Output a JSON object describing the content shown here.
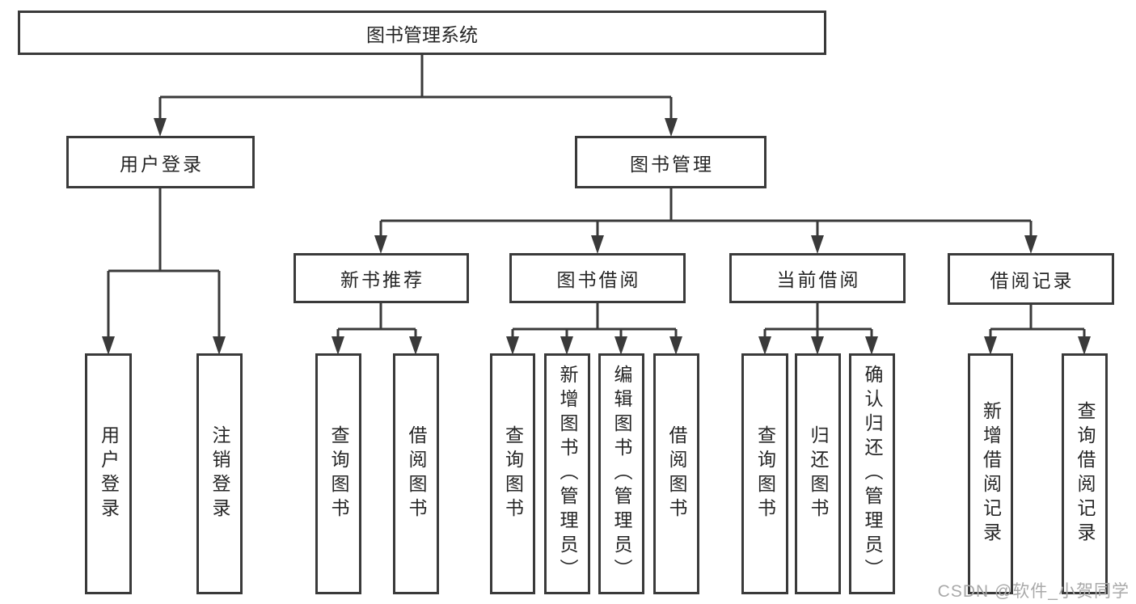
{
  "tree": {
    "root": "图书管理系统",
    "level2": [
      {
        "label": "用户登录",
        "children": [
          "用户登录",
          "注销登录"
        ]
      },
      {
        "label": "图书管理"
      }
    ],
    "level3": [
      {
        "label": "新书推荐",
        "children": [
          "查询图书",
          "借阅图书"
        ]
      },
      {
        "label": "图书借阅",
        "children": [
          "查询图书",
          "新增图书（管理员）",
          "编辑图书（管理员）",
          "借阅图书"
        ]
      },
      {
        "label": "当前借阅",
        "children": [
          "查询图书",
          "归还图书",
          "确认归还（管理员）"
        ]
      },
      {
        "label": "借阅记录",
        "children": [
          "新增借阅记录",
          "查询借阅记录"
        ]
      }
    ]
  },
  "watermark": "CSDN @软件_小贺同学",
  "colors": {
    "line": "#3a3a3a",
    "text": "#262626",
    "watermark": "#a9a9a9",
    "background": "#ffffff"
  }
}
